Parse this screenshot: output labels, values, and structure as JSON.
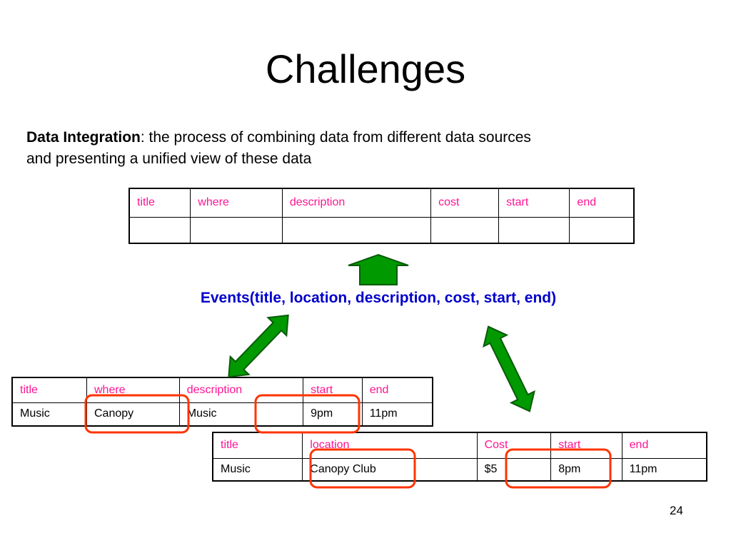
{
  "slide": {
    "title": "Challenges",
    "definition_term": "Data Integration",
    "definition_text": ": the process of combining data from different data sources and presenting a unified view of these data",
    "page_number": "24"
  },
  "target_table": {
    "headers": [
      "title",
      "where",
      "description",
      "cost",
      "start",
      "end"
    ],
    "row": [
      "",
      "",
      "",
      "",
      "",
      ""
    ]
  },
  "mediated_schema": "Events(title, location, description, cost, start, end)",
  "source_table_1": {
    "headers": [
      "title",
      "where",
      "description",
      "start",
      "end"
    ],
    "row": [
      "Music",
      "Canopy",
      "Music",
      "9pm",
      "11pm"
    ]
  },
  "source_table_2": {
    "headers": [
      "title",
      "location",
      "Cost",
      "start",
      "end"
    ],
    "row": [
      "Music",
      "Canopy Club",
      "$5",
      "8pm",
      "11pm"
    ]
  },
  "colors": {
    "header_text": "#ff1493",
    "schema_text": "#0000cc",
    "arrow_fill": "#009900",
    "highlight_stroke": "#ff3300"
  }
}
